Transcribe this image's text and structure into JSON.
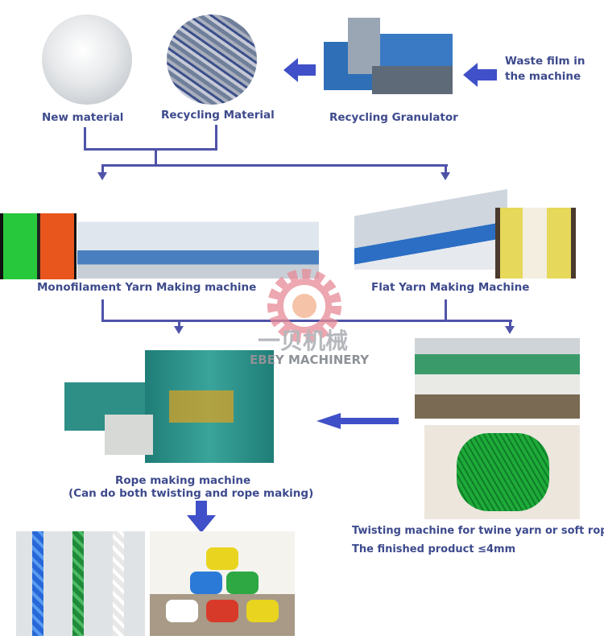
{
  "top": {
    "new_material": "New material",
    "recycling_material": "Recycling Material",
    "recycling_granulator": "Recycling Granulator",
    "waste_film": [
      "Waste film in",
      "the machine"
    ]
  },
  "middle": {
    "monofilament": "Monofilament Yarn Making machine",
    "flat_yarn": "Flat Yarn Making Machine"
  },
  "rope": {
    "title": "Rope making machine",
    "subtitle": "(Can do both twisting and rope making)"
  },
  "twisting": {
    "line1": "Twisting machine for twine yarn or soft rope",
    "line2": "The finished product ≤4mm"
  },
  "watermark": {
    "chinese": "一贝机械",
    "english": "EBEY MACHINERY"
  },
  "colors": {
    "text": "#3d4a8c",
    "line": "#4f53a8",
    "arrow": "#3f50c8",
    "watermark": "#e88a96"
  }
}
